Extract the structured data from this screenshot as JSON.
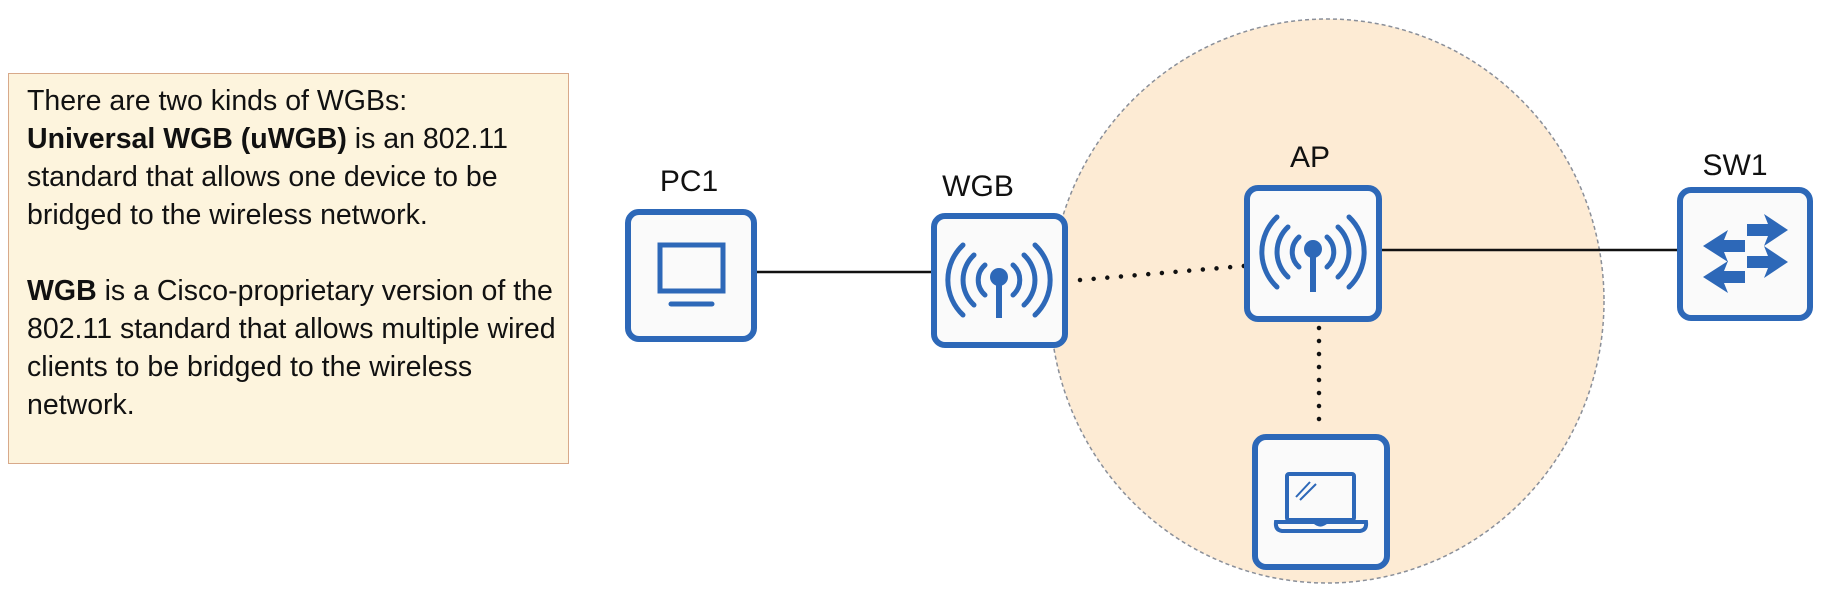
{
  "info_box": {
    "intro": "There are two kinds of WGBs:",
    "uwgb_term": "Universal WGB (uWGB)",
    "uwgb_desc": " is an 802.11 standard that allows one device to be bridged to the wireless network.",
    "wgb_term": "WGB",
    "wgb_desc": " is a Cisco-proprietary version of the 802.11 standard that allows multiple wired clients to be bridged to the wireless network."
  },
  "nodes": {
    "pc1": {
      "label": "PC1",
      "icon": "desktop-computer-icon"
    },
    "wgb": {
      "label": "WGB",
      "icon": "wireless-antenna-icon"
    },
    "ap": {
      "label": "AP",
      "icon": "wireless-antenna-icon"
    },
    "laptop": {
      "label": "",
      "icon": "laptop-icon"
    },
    "sw1": {
      "label": "SW1",
      "icon": "switch-arrows-icon"
    }
  },
  "links": [
    {
      "from": "PC1",
      "to": "WGB",
      "type": "wired"
    },
    {
      "from": "WGB",
      "to": "AP",
      "type": "wireless"
    },
    {
      "from": "AP",
      "to": "Laptop",
      "type": "wireless"
    },
    {
      "from": "AP",
      "to": "SW1",
      "type": "wired"
    }
  ],
  "colors": {
    "device_blue": "#2d68b8",
    "coverage_fill": "#fdebd4",
    "info_box_fill": "#fdf4dd",
    "info_box_border": "#d8a98a"
  }
}
